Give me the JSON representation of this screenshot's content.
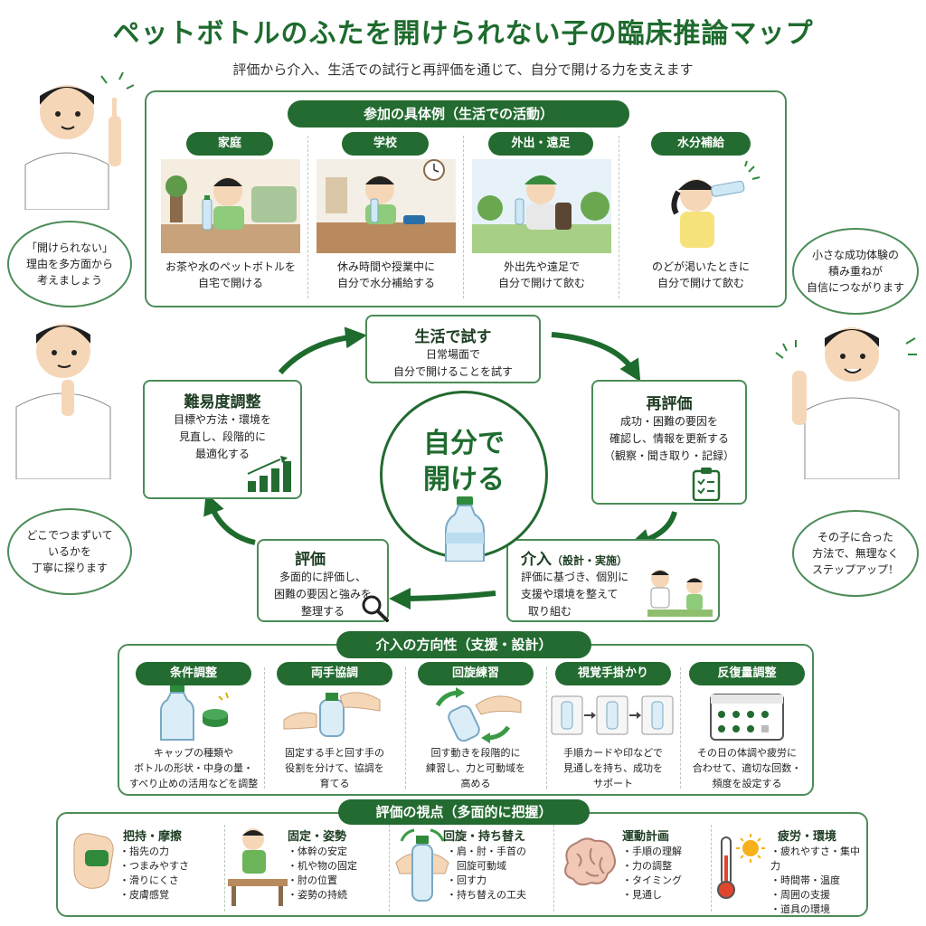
{
  "title": "ペットボトルのふたを開けられない子の臨床推論マップ",
  "subtitle": "評価から介入、生活での試行と再評価を通じて、自分で開ける力を支えます",
  "participation": {
    "header": "参加の具体例（生活での活動）",
    "scenes": [
      {
        "label": "家庭",
        "text1": "お茶や水のペットボトルを",
        "text2": "自宅で開ける"
      },
      {
        "label": "学校",
        "text1": "休み時間や授業中に",
        "text2": "自分で水分補給する"
      },
      {
        "label": "外出・遠足",
        "text1": "外出先や遠足で",
        "text2": "自分で開けて飲む"
      },
      {
        "label": "水分補給",
        "text1": "のどが渇いたときに",
        "text2": "自分で開けて飲む"
      }
    ]
  },
  "bubbles": {
    "left_top": [
      "「開けられない」",
      "理由を多方面から",
      "考えましょう"
    ],
    "left_bottom": [
      "どこでつまずいて",
      "いるかを",
      "丁寧に探ります"
    ],
    "right_top": [
      "小さな成功体験の",
      "積み重ねが",
      "自信につながります"
    ],
    "right_bottom": [
      "その子に合った",
      "方法で、無理なく",
      "ステップアップ！"
    ]
  },
  "cycle": {
    "center": [
      "自分で",
      "開ける"
    ],
    "try": {
      "title": "生活で試す",
      "lines": [
        "日常場面で",
        "自分で開けることを試す"
      ]
    },
    "reassess": {
      "title": "再評価",
      "lines": [
        "成功・困難の要因を",
        "確認し、情報を更新する",
        "（観察・聞き取り・記録）"
      ]
    },
    "intervention": {
      "title": "介入",
      "title_sub": "（設計・実施）",
      "lines": [
        "評価に基づき、個別に",
        "支援や環境を整えて",
        "取り組む"
      ]
    },
    "assess": {
      "title": "評価",
      "lines": [
        "多面的に評価し、",
        "困難の要因と強みを",
        "整理する"
      ]
    },
    "adjust": {
      "title": "難易度調整",
      "lines": [
        "目標や方法・環境を",
        "見直し、段階的に",
        "最適化する"
      ]
    }
  },
  "directions": {
    "header": "介入の方向性（支援・設計）",
    "items": [
      {
        "label": "条件調整",
        "lines": [
          "キャップの種類や",
          "ボトルの形状・中身の量・",
          "すべり止めの活用などを調整"
        ]
      },
      {
        "label": "両手協調",
        "lines": [
          "固定する手と回す手の",
          "役割を分けて、協調を",
          "育てる"
        ]
      },
      {
        "label": "回旋練習",
        "lines": [
          "回す動きを段階的に",
          "練習し、力と可動域を",
          "高める"
        ]
      },
      {
        "label": "視覚手掛かり",
        "lines": [
          "手順カードや印などで",
          "見通しを持ち、成功を",
          "サポート"
        ]
      },
      {
        "label": "反復量調整",
        "lines": [
          "その日の体調や疲労に",
          "合わせて、適切な回数・",
          "頻度を設定する"
        ]
      }
    ]
  },
  "perspectives": {
    "header": "評価の視点（多面的に把握）",
    "items": [
      {
        "label": "把持・摩擦",
        "points": [
          "・指先の力",
          "・つまみやすさ",
          "・滑りにくさ",
          "・皮膚感覚"
        ]
      },
      {
        "label": "固定・姿勢",
        "points": [
          "・体幹の安定",
          "・机や物の固定",
          "・肘の位置",
          "・姿勢の持続"
        ]
      },
      {
        "label": "回旋・持ち替え",
        "points": [
          "・肩・肘・手首の",
          "　回旋可動域",
          "・回す力",
          "・持ち替えの工夫"
        ]
      },
      {
        "label": "運動計画",
        "points": [
          "・手順の理解",
          "・力の調整",
          "・タイミング",
          "・見通し"
        ]
      },
      {
        "label": "疲労・環境",
        "points": [
          "・疲れやすさ・集中力",
          "・時間帯・温度",
          "・周囲の支援",
          "・道具の環境"
        ]
      }
    ]
  },
  "colors": {
    "primary": "#236b30",
    "border": "#4c8c57",
    "accent_light": "#e8f1e9"
  }
}
